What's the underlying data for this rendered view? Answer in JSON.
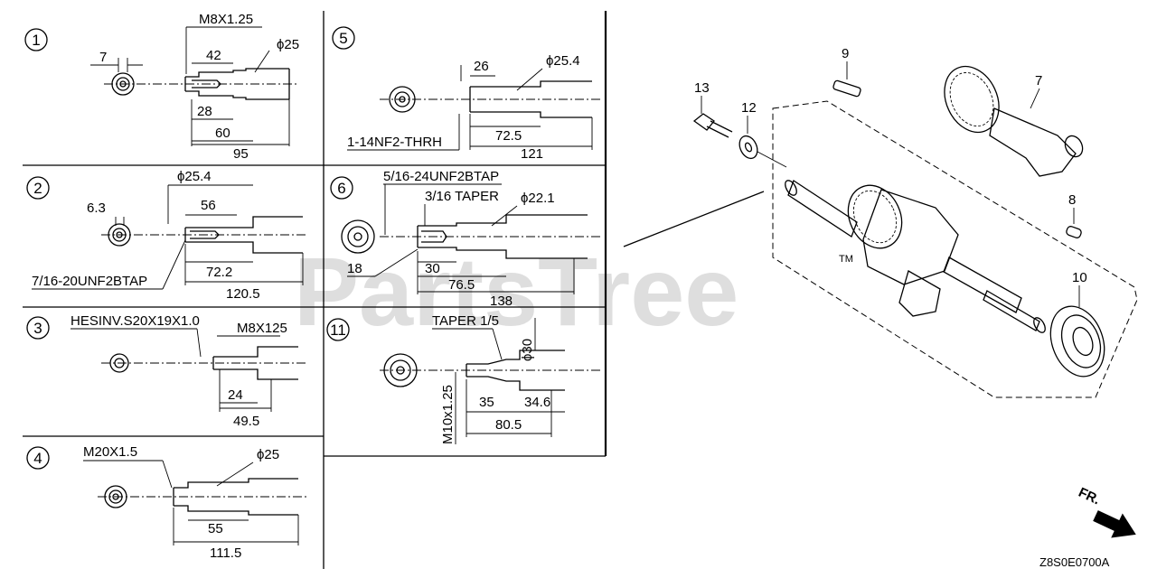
{
  "watermark": "PartsTree",
  "trademark": "TM",
  "drawing_code": "Z8S0E0700A",
  "front_indicator": "FR.",
  "panels": [
    {
      "num": "1",
      "labels": [
        "M8X1.25",
        "7",
        "42",
        "ϕ25",
        "28",
        "60",
        "95"
      ]
    },
    {
      "num": "2",
      "labels": [
        "ϕ25.4",
        "6.3",
        "56",
        "72.2",
        "7/16-20UNF2BTAP",
        "120.5"
      ]
    },
    {
      "num": "3",
      "labels": [
        "HESINV.S20X19X1.0",
        "M8X125",
        "24",
        "49.5"
      ]
    },
    {
      "num": "4",
      "labels": [
        "M20X1.5",
        "ϕ25",
        "55",
        "111.5"
      ]
    },
    {
      "num": "5",
      "labels": [
        "26",
        "ϕ25.4",
        "72.5",
        "1-14NF2-THRH",
        "121"
      ]
    },
    {
      "num": "6",
      "labels": [
        "5/16-24UNF2BTAP",
        "3/16 TAPER",
        "ϕ22.1",
        "18",
        "30",
        "76.5",
        "138"
      ]
    },
    {
      "num": "11",
      "labels": [
        "TAPER 1/5",
        "ϕ30",
        "M10x1.25",
        "35",
        "34.6",
        "80.5"
      ]
    }
  ],
  "callouts": [
    "9",
    "13",
    "12",
    "7",
    "8",
    "10"
  ]
}
